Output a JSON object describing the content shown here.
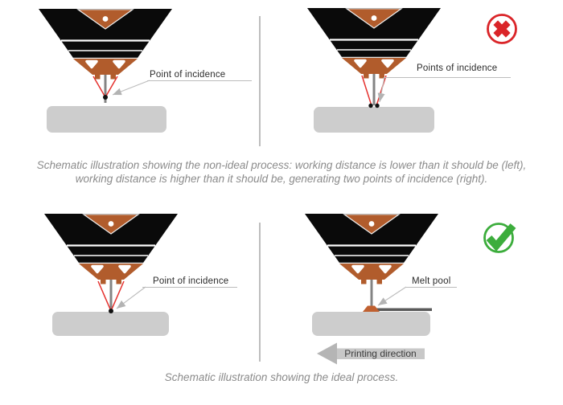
{
  "figure": {
    "type": "schematic-illustration",
    "subject": "wire-laser metal deposition nozzle working distance"
  },
  "panels": {
    "top_left": {
      "label": "Point of incidence",
      "condition": "working distance lower than it should be"
    },
    "top_right": {
      "label": "Points of incidence",
      "condition": "working distance higher than it should be",
      "status_icon": "error-cross-circle"
    },
    "bottom_left": {
      "label": "Point of incidence",
      "condition": "ideal working distance"
    },
    "bottom_right": {
      "label": "Melt pool",
      "printing_direction_label": "Printing direction",
      "status_icon": "success-check-circle"
    }
  },
  "captions": {
    "non_ideal": {
      "line1": "Schematic illustration showing the non-ideal process: working distance is lower than it should be (left),",
      "line2": "working distance is higher than it should be, generating two points of incidence (right)."
    },
    "ideal": "Schematic illustration showing the ideal process."
  },
  "icons": {
    "error": "cross-in-circle",
    "success": "check-in-circle"
  },
  "colors": {
    "nozzle_black": "#0a0a0a",
    "nozzle_orange": "#b15c2c",
    "laser_red": "#e5312e",
    "substrate_gray": "#cdcdcd",
    "wire_gray": "#848484",
    "track_gray": "#5a5a5a",
    "melt_pool_orange": "#c06030",
    "error_red": "#da2428",
    "success_green": "#3cad3c",
    "caption_gray": "#8b8b8b",
    "leader_gray": "#b9b9b9"
  }
}
